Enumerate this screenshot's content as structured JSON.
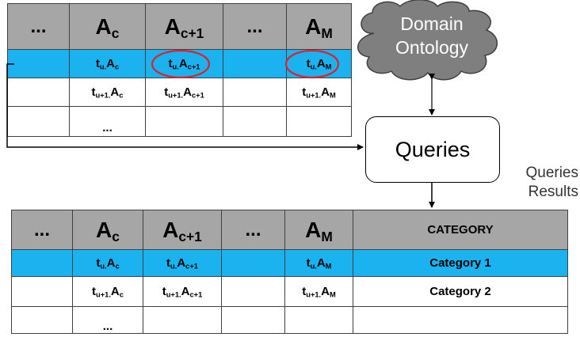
{
  "top_table": {
    "headers": {
      "c0": "...",
      "c1": "A",
      "c1_sub": "c",
      "c2": "A",
      "c2_sub": "c+1",
      "c3": "...",
      "c4": "A",
      "c4_sub": "M"
    },
    "row1": {
      "c1": "t",
      "c1_sub": "u.",
      "c1_attr": "A",
      "c1_attr_sub": "c",
      "c2": "t",
      "c2_sub": "u.",
      "c2_attr": "A",
      "c2_attr_sub": "c+1",
      "c4": "t",
      "c4_sub": "u.",
      "c4_attr": "A",
      "c4_attr_sub": "M"
    },
    "row2": {
      "c1": "t",
      "c1_sub": "u+1.",
      "c1_attr": "A",
      "c1_attr_sub": "c",
      "c2": "t",
      "c2_sub": "u+1.",
      "c2_attr": "A",
      "c2_attr_sub": "c+1",
      "c4": "t",
      "c4_sub": "u+1.",
      "c4_attr": "A",
      "c4_attr_sub": "M"
    },
    "ellipsis": "..."
  },
  "bottom_table": {
    "headers": {
      "c0": "...",
      "c1": "A",
      "c1_sub": "c",
      "c2": "A",
      "c2_sub": "c+1",
      "c3": "...",
      "c4": "A",
      "c4_sub": "M",
      "c5": "CATEGORY"
    },
    "row1": {
      "c1": "t",
      "c1_sub": "u.",
      "c1_attr": "A",
      "c1_attr_sub": "c",
      "c2": "t",
      "c2_sub": "u.",
      "c2_attr": "A",
      "c2_attr_sub": "c+1",
      "c4": "t",
      "c4_sub": "u.",
      "c4_attr": "A",
      "c4_attr_sub": "M",
      "c5": "Category 1"
    },
    "row2": {
      "c1": "t",
      "c1_sub": "u+1.",
      "c1_attr": "A",
      "c1_attr_sub": "c",
      "c2": "t",
      "c2_sub": "u+1.",
      "c2_attr": "A",
      "c2_attr_sub": "c+1",
      "c4": "t",
      "c4_sub": "u+1.",
      "c4_attr": "A",
      "c4_attr_sub": "M",
      "c5": "Category 2"
    },
    "ellipsis": "..."
  },
  "ontology": {
    "line1": "Domain",
    "line2": "Ontology"
  },
  "queries": {
    "label": "Queries"
  },
  "results_label": {
    "line1": "Queries",
    "line2": "Results"
  },
  "colors": {
    "header_fill": "#a6a6a6",
    "highlight_fill": "#1ab2ef",
    "circle_stroke": "#e0202a",
    "cloud_fill": "#7f7f7f"
  }
}
